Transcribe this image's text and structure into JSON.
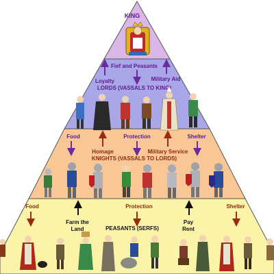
{
  "tiers": {
    "king": {
      "title": "KING"
    },
    "lords": {
      "title": "LORDS (VASSALS TO KING)",
      "from_above": "Fief and Peasants",
      "to_above_left": "Loyalty",
      "to_above_right": "Military Aid"
    },
    "knights": {
      "title": "KNIGHTS (VASSALS TO LORDS)",
      "from_above_1": "Food",
      "from_above_2": "Protection",
      "from_above_3": "Shelter",
      "to_above_left": "Homage",
      "to_above_right": "Military Service"
    },
    "peasants": {
      "title": "PEASANTS (SERFS)",
      "from_above_1": "Food",
      "from_above_2": "Protection",
      "from_above_3": "Shelter",
      "to_above_left_1": "Farm the",
      "to_above_left_2": "Land",
      "to_above_right_1": "Pay",
      "to_above_right_2": "Rent"
    }
  },
  "colors": {
    "king_band": "#d9b8e8",
    "lords_band": "#a9a7e8",
    "knights_band": "#f9c796",
    "peasants_band": "#fbf3a8",
    "outline": "#555555",
    "label_purple": "#5a1a8c",
    "label_brown": "#8b2a10",
    "label_black": "#111111",
    "arrow_purple": "#6a2aa0",
    "arrow_brown": "#9a2a10",
    "arrow_black": "#111111"
  }
}
